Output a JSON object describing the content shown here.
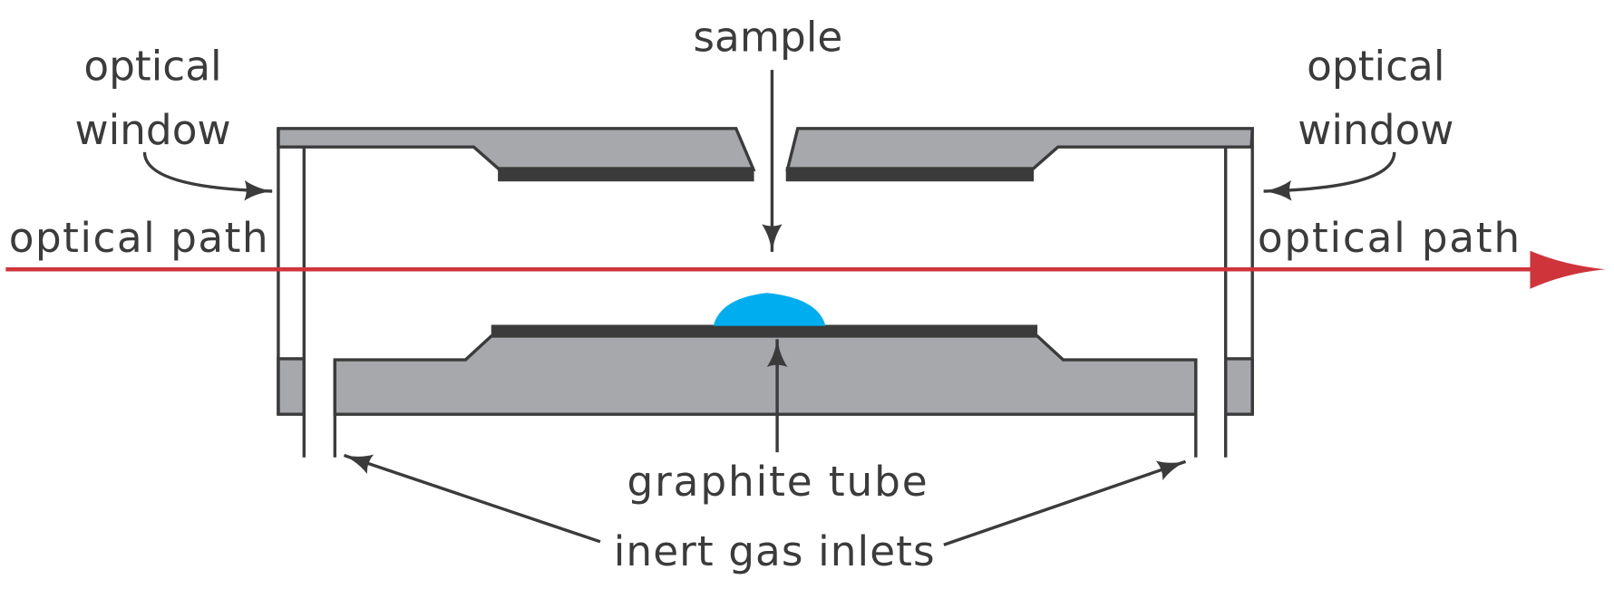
{
  "labels": {
    "sample": "sample",
    "optical_window_left": [
      "optical",
      "window"
    ],
    "optical_window_right": [
      "optical",
      "window"
    ],
    "optical_path_left": "optical path",
    "optical_path_right": "optical path",
    "graphite_tube": "graphite tube",
    "inert_gas_inlets": "inert gas inlets"
  },
  "colors": {
    "outline": "#3b3b3c",
    "body_fill": "#a7a8ab",
    "optical_path": "#cf343b",
    "sample": "#00aeef"
  }
}
